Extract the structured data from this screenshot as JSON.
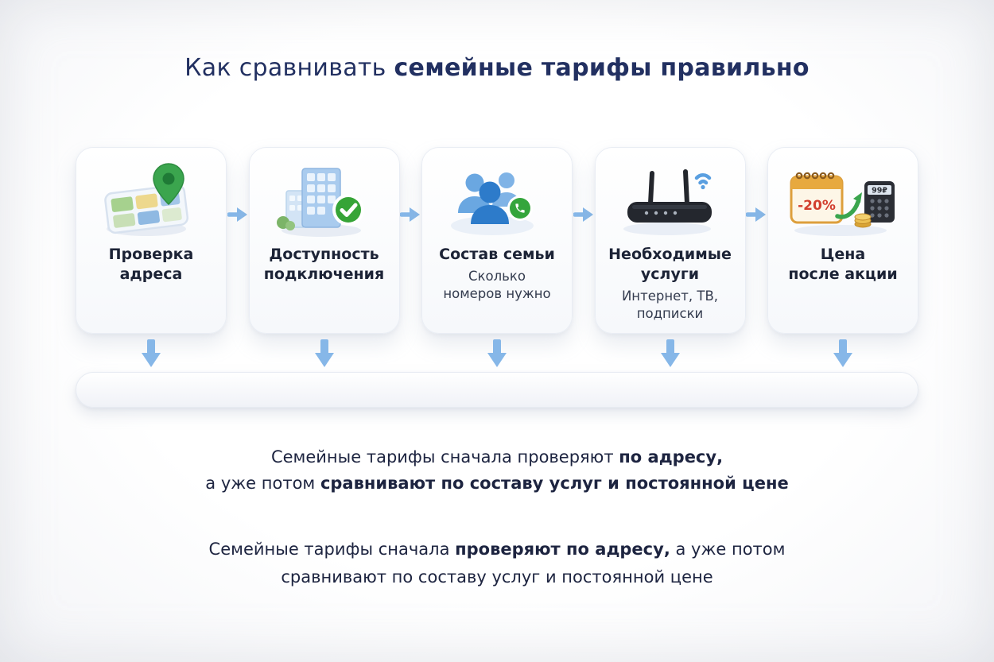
{
  "title": {
    "prefix": "Как сравнивать ",
    "emphasis": "семейные тарифы правильно"
  },
  "steps": [
    {
      "title": "Проверка\nадреса",
      "subtitle": "",
      "icon": "map-location-pin"
    },
    {
      "title": "Доступность\nподключения",
      "subtitle": "",
      "icon": "building-availability-check"
    },
    {
      "title": "Состав семьи",
      "subtitle": "Сколько\nномеров нужно",
      "icon": "family-members-phone"
    },
    {
      "title": "Необходимые\nуслуги",
      "subtitle": "Интернет, ТВ,\nподписки",
      "icon": "wifi-router"
    },
    {
      "title": "Цена\nпосле акции",
      "subtitle": "",
      "icon": "calendar-discount-calculator",
      "discount_label": "-20%",
      "calculator_display": "99₽"
    }
  ],
  "conclusions": {
    "primary": {
      "line1_normal": "Семейные тарифы сначала проверяют ",
      "line1_bold": "по адресу,",
      "line2_normal": "а уже потом ",
      "line2_bold": "сравнивают по составу услуг и постоянной цене"
    },
    "secondary": {
      "line1_start": "Семейные тарифы сначала ",
      "line1_bold": "проверяют по адресу,",
      "line1_end": " а уже потом",
      "line2": "сравнивают по составу услуг и постоянной цене"
    }
  },
  "colors": {
    "title_text": "#223061",
    "body_text": "#1d2440",
    "arrow_blue": "#86b7e8",
    "accent_green": "#3aa54e",
    "badge_green": "#36a437",
    "discount_red": "#d23f2e"
  }
}
